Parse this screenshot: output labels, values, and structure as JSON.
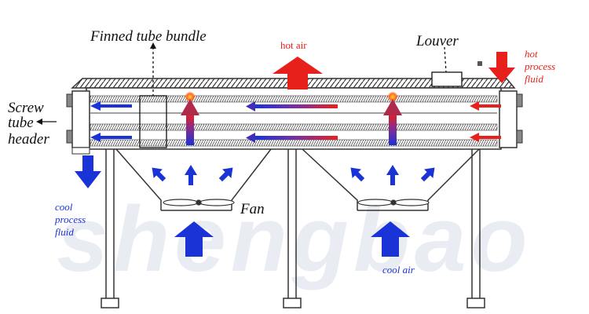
{
  "watermark": {
    "text": "shengbao"
  },
  "labels": {
    "finned_tube_bundle": "Finned tube bundle",
    "hot_air": "hot air",
    "louver": "Louver",
    "hot_process_fluid": [
      "hot",
      "process",
      "fluid"
    ],
    "screw_tube_header": [
      "Screw",
      "tube",
      "header"
    ],
    "cool_process_fluid": [
      "cool",
      "process",
      "fluid"
    ],
    "fan": "Fan",
    "cool_air": "cool air"
  },
  "colors": {
    "hot": "#e8201c",
    "cool": "#1a33d6",
    "line": "#222222",
    "watermark": "#e9ecf2"
  }
}
